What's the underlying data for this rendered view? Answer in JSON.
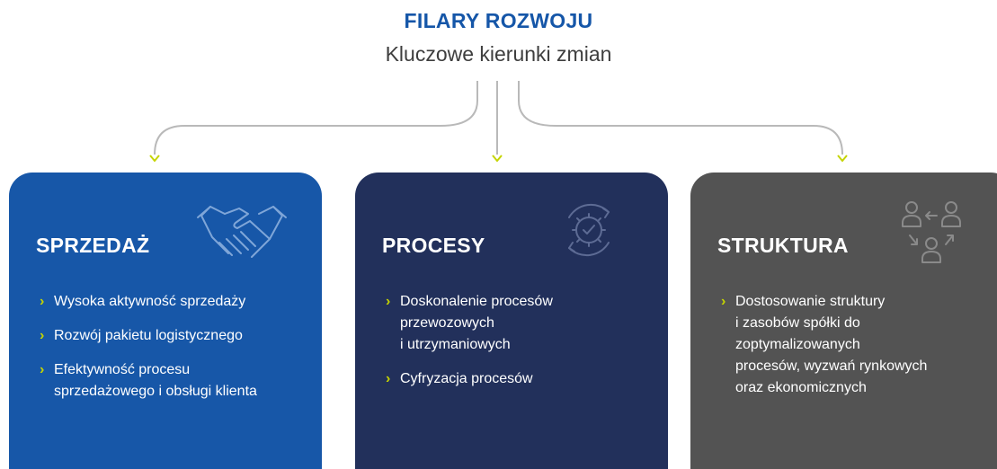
{
  "header": {
    "title": "FILARY ROZWOJU",
    "subtitle": "Kluczowe kierunki zmian"
  },
  "colors": {
    "title": "#1556a8",
    "subtitle": "#3e3e3e",
    "connector": "#b9b9b9",
    "arrowhead": "#c5d400",
    "bullet_chevron": "#c5d400",
    "card_sales": "#1757a8",
    "card_process": "#22305b",
    "card_structure": "#535353"
  },
  "cards": [
    {
      "title": "SPRZEDAŻ",
      "icon": "handshake-icon",
      "bullets": [
        {
          "lines": [
            "Wysoka aktywność sprzedaży"
          ]
        },
        {
          "lines": [
            "Rozwój pakietu logistycznego"
          ]
        },
        {
          "lines": [
            "Efektywność procesu",
            "sprzedażowego i obsługi klienta"
          ]
        }
      ]
    },
    {
      "title": "PROCESY",
      "icon": "gear-cycle-icon",
      "bullets": [
        {
          "lines": [
            "Doskonalenie procesów",
            "przewozowych",
            "i utrzymaniowych"
          ]
        },
        {
          "lines": [
            "Cyfryzacja procesów"
          ]
        }
      ]
    },
    {
      "title": "STRUKTURA",
      "icon": "people-exchange-icon",
      "bullets": [
        {
          "lines": [
            "Dostosowanie struktury",
            "i zasobów spółki do",
            "zoptymalizowanych",
            "procesów, wyzwań rynkowych",
            "oraz ekonomicznych"
          ]
        }
      ]
    }
  ]
}
